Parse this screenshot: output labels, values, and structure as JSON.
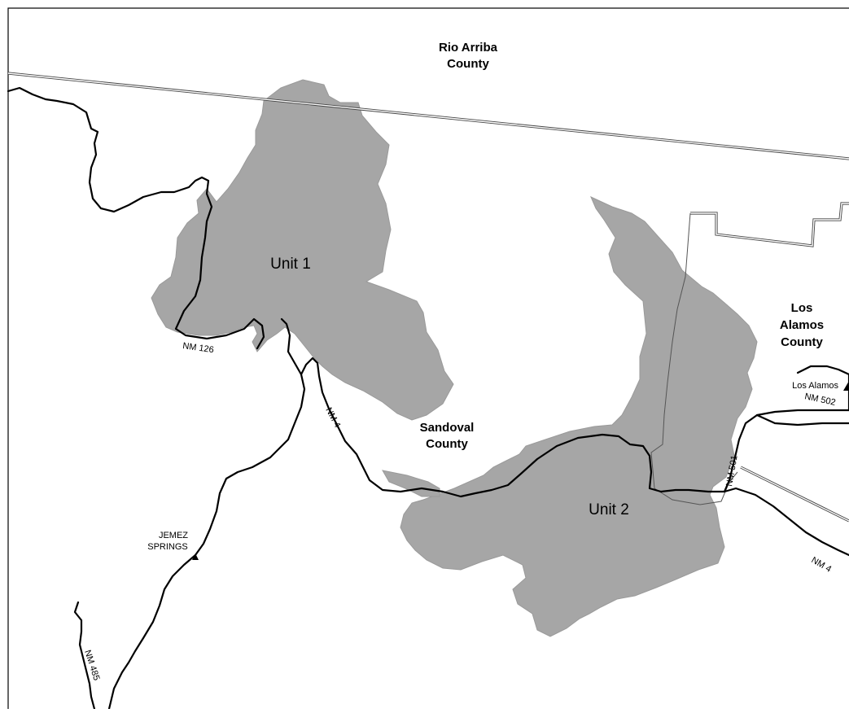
{
  "map": {
    "counties": {
      "rio_arriba": [
        "Rio Arriba",
        "County"
      ],
      "sandoval": [
        "Sandoval",
        "County"
      ],
      "los_alamos": [
        "Los",
        "Alamos",
        "County"
      ]
    },
    "units": {
      "unit1": "Unit 1",
      "unit2": "Unit 2"
    },
    "towns": {
      "jemez_springs": [
        "JEMEZ",
        "SPRINGS"
      ],
      "los_alamos": "Los Alamos"
    },
    "roads": {
      "nm126": "NM 126",
      "nm4_west": "NM 4",
      "nm4_east": "NM 4",
      "nm501": "NM 501",
      "nm502": "NM 502",
      "nm485": "NM 485"
    },
    "colors": {
      "burn_area": "#a6a6a6",
      "road": "#000000",
      "boundary": "#444444",
      "background": "#ffffff"
    }
  }
}
